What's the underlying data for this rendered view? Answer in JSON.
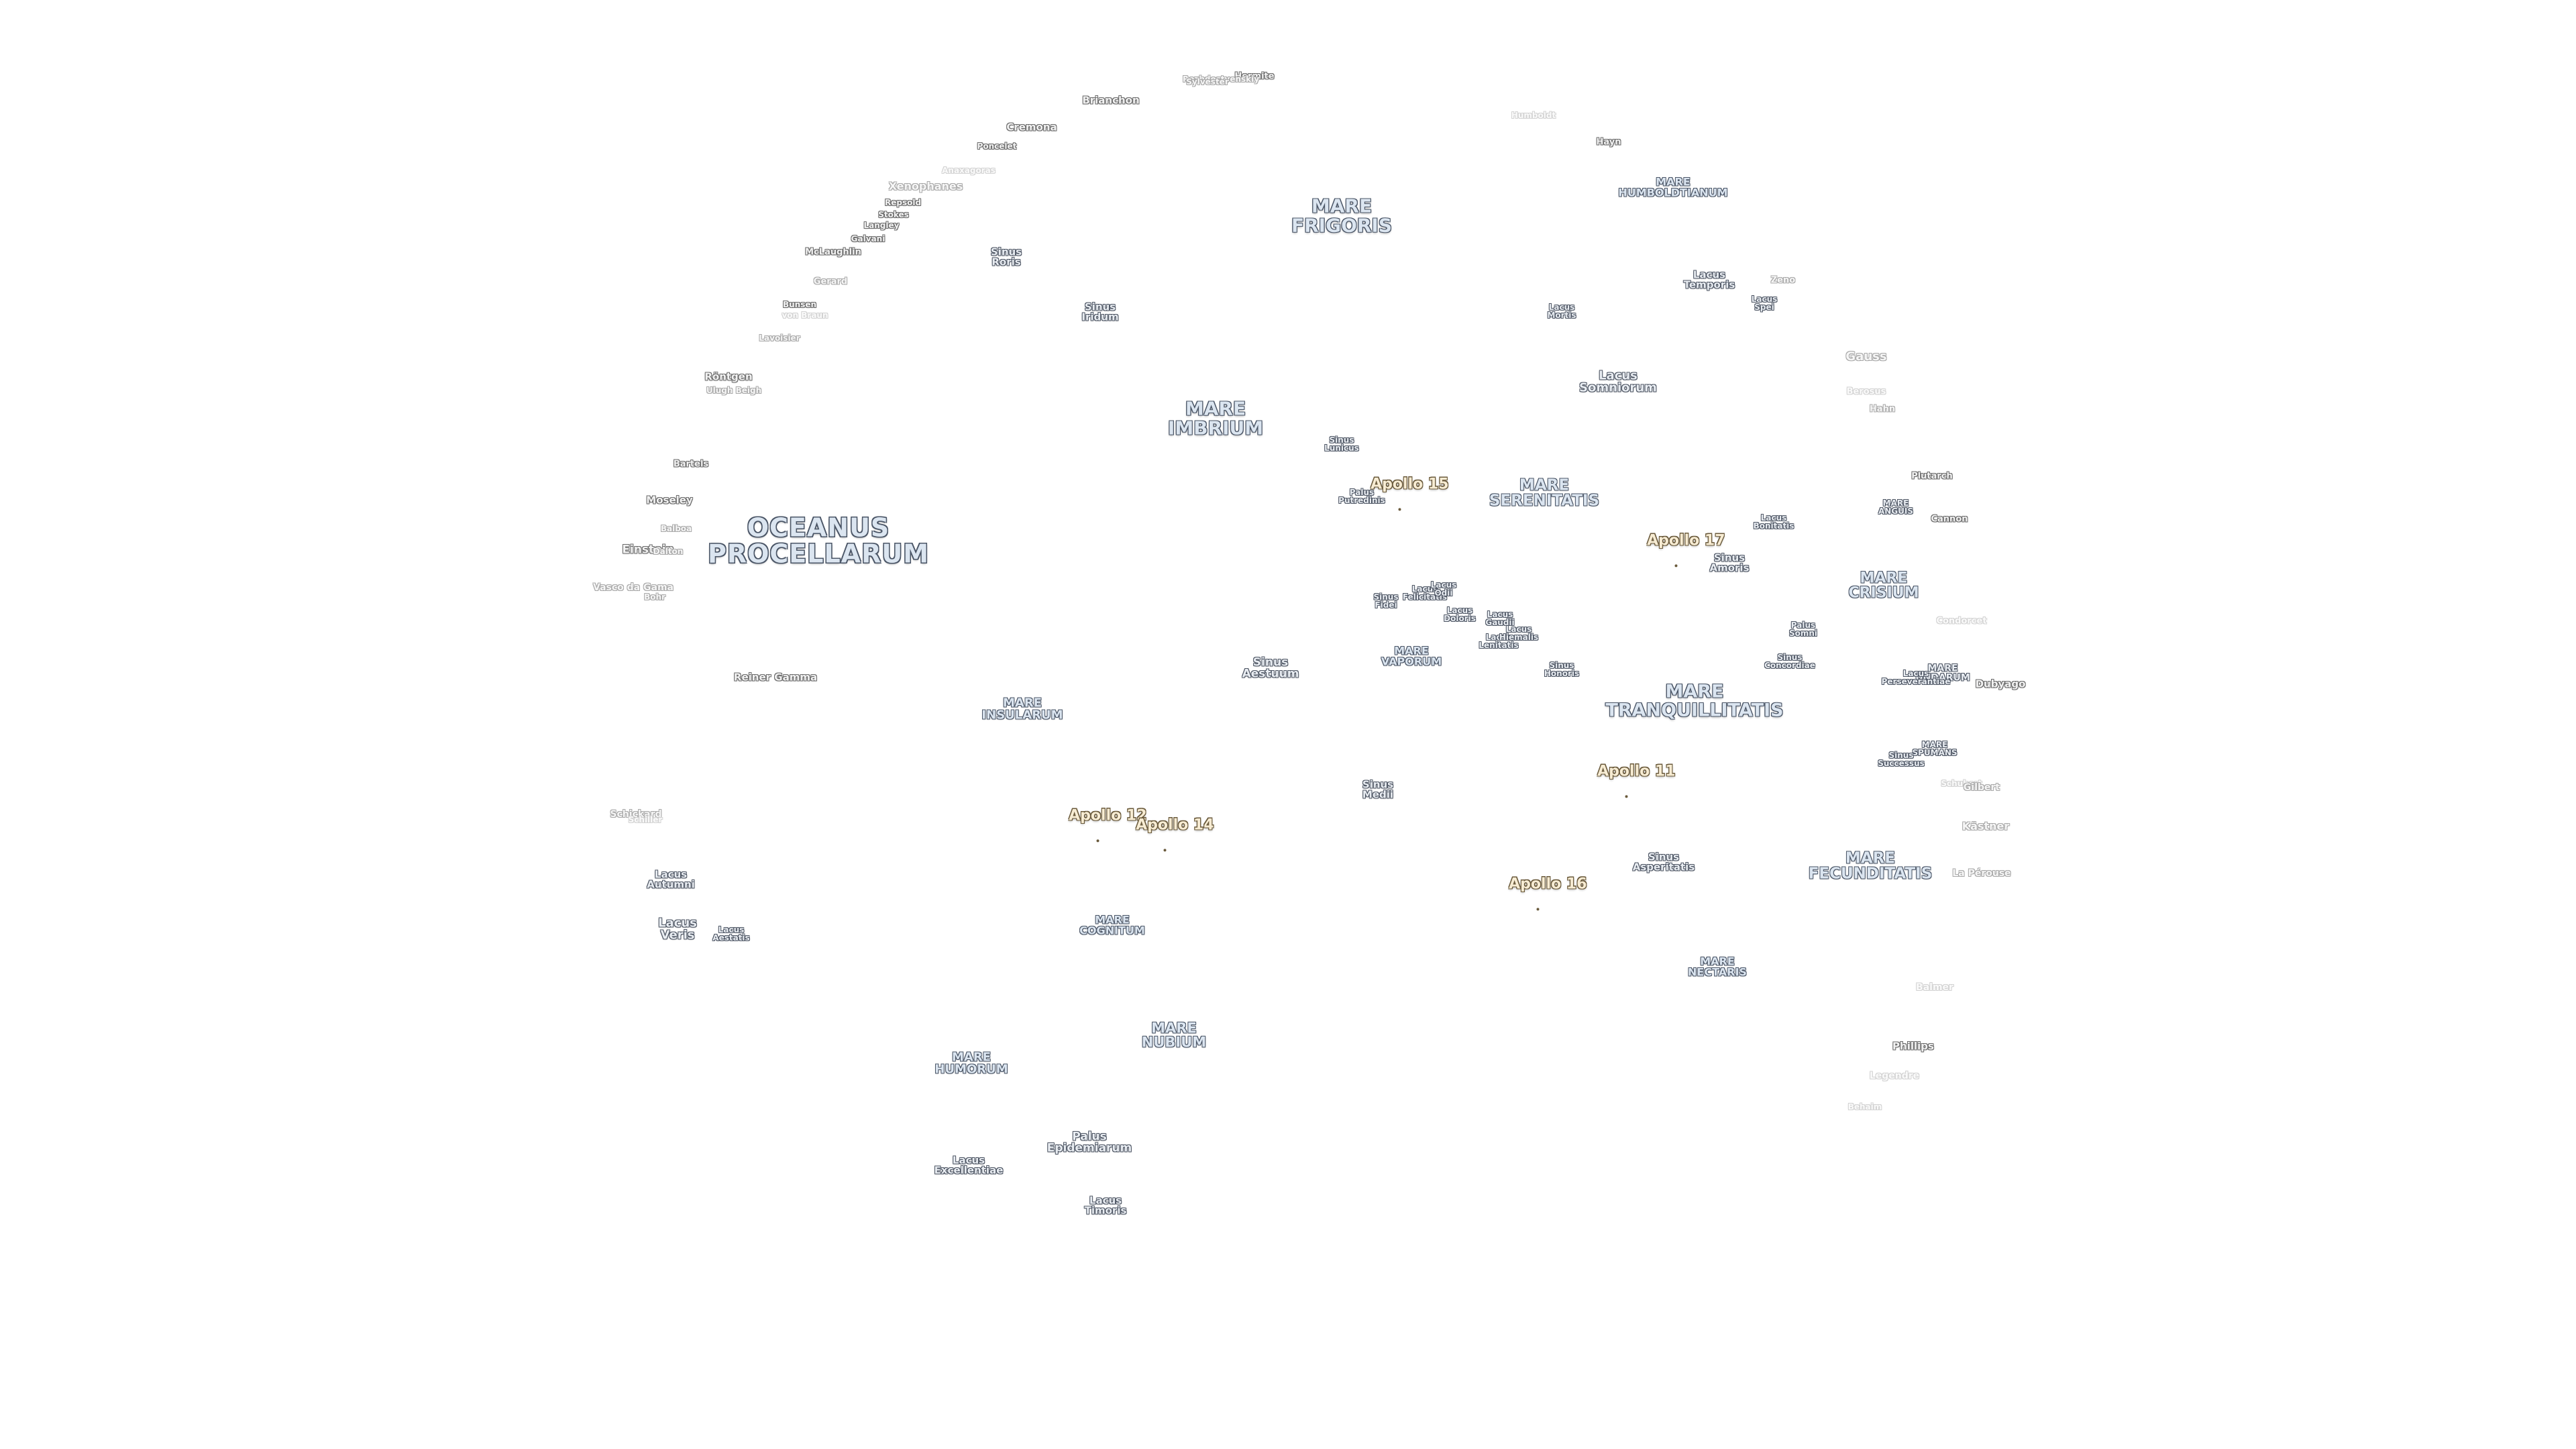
{
  "colors": {
    "background": "#ffffff",
    "mare_fill": "#dbe5f0",
    "mare_outline": "#4a5566",
    "apollo_fill": "#f7ecd3",
    "apollo_outline": "#6a5a3c",
    "crater_outline": "#6a6a6a"
  },
  "maria": {
    "oceanus_procellarum": "OCEANUS\nPROCELLARUM",
    "mare_frigoris": "MARE\nFRIGORIS",
    "mare_imbrium": "MARE\nIMBRIUM",
    "mare_serenitatis": "MARE\nSERENITATIS",
    "mare_tranquillitatis": "MARE\nTRANQUILLITATIS",
    "mare_fecunditatis": "MARE\nFECUNDITATIS",
    "mare_crisium": "MARE\nCRISIUM",
    "mare_insularum": "MARE\nINSULARUM",
    "mare_nubium": "MARE\nNUBIUM",
    "mare_humorum": "MARE\nHUMORUM",
    "mare_cognitum": "MARE\nCOGNITUM",
    "mare_vaporum": "MARE\nVAPORUM",
    "mare_nectaris": "MARE\nNECTARIS",
    "mare_humboldtianum": "MARE\nHUMBOLDTIANUM",
    "mare_anguis": "MARE\nANGUIS",
    "mare_undarum": "MARE\nUNDARUM",
    "mare_spumans": "MARE\nSPUMANS"
  },
  "features": {
    "sinus_roris": "Sinus\nRoris",
    "sinus_iridum": "Sinus\nIridum",
    "sinus_aestuum": "Sinus\nAestuum",
    "sinus_medii": "Sinus\nMedii",
    "sinus_asperitatis": "Sinus\nAsperitatis",
    "sinus_amoris": "Sinus\nAmoris",
    "sinus_concordiae": "Sinus\nConcordiae",
    "sinus_successus": "Sinus\nSuccessus",
    "sinus_lunicus": "Sinus\nLunicus",
    "sinus_fidei": "Sinus\nFidei",
    "sinus_honoris": "Sinus\nHonoris",
    "lacus_somniorum": "Lacus\nSomniorum",
    "lacus_temporis": "Lacus\nTemporis",
    "lacus_mortis": "Lacus\nMortis",
    "lacus_spei": "Lacus\nSpei",
    "lacus_bonitatis": "Lacus\nBonitatis",
    "lacus_felicitatis": "Lacus\nFelicitatis",
    "lacus_doloris": "Lacus\nDoloris",
    "lacus_gaudii": "Lacus\nGaudii",
    "lacus_lenitatis": "Lacus\nLenitatis",
    "lacus_hiemalis": "Lacus\nHiemalis",
    "lacus_odii": "Lacus\nOdii",
    "lacus_perseverantiae": "Lacus\nPerseverantiae",
    "lacus_autumni": "Lacus\nAutumni",
    "lacus_veris": "Lacus\nVeris",
    "lacus_aestatis": "Lacus\nAestatis",
    "lacus_excellentiae": "Lacus\nExcellentiae",
    "lacus_timoris": "Lacus\nTimoris",
    "palus_putredinis": "Palus\nPutredinis",
    "palus_somni": "Palus\nSomni",
    "palus_epidemiarum": "Palus\nEpidemiarum"
  },
  "craters": {
    "hermite": "Hermite",
    "rozhdestvenskiy": "Rozhdestvenskiy",
    "sylvester": "Sylvester",
    "brianchon": "Brianchon",
    "cremona": "Cremona",
    "poncelet": "Poncelet",
    "anaxagoras": "Anaxagoras",
    "xenophanes": "Xenophanes",
    "repsold": "Repsold",
    "stokes": "Stokes",
    "langley": "Langley",
    "galvani": "Galvani",
    "mclaughlin": "McLaughlin",
    "gerard": "Gerard",
    "bunsen": "Bunsen",
    "von_braun": "von Braun",
    "lavoisier": "Lavoisier",
    "rontgen": "Röntgen",
    "ulugh_beigh": "Ulugh Beigh",
    "bartels": "Bartels",
    "moseley": "Moseley",
    "balboa": "Balboa",
    "einstein": "Einstein",
    "dalton": "Dalton",
    "vasco_da_gama": "Vasco da Gama",
    "bohr": "Bohr",
    "reiner_gamma": "Reiner Gamma",
    "schickard": "Schickard",
    "schiller": "Schiller",
    "hayn": "Hayn",
    "zeno": "Zeno",
    "gauss": "Gauss",
    "berosus": "Berosus",
    "hahn": "Hahn",
    "plutarch": "Plutarch",
    "cannon": "Cannon",
    "condorcet": "Condorcet",
    "dubyago": "Dubyago",
    "schubert": "Schubert",
    "gilbert": "Gilbert",
    "kastner": "Kästner",
    "la_perouse": "La Pérouse",
    "balmer": "Balmer",
    "phillips": "Phillips",
    "legendre": "Legendre",
    "behaim": "Behaim",
    "humboldt": "Humboldt"
  },
  "apollo": {
    "a11": "Apollo 11",
    "a12": "Apollo 12",
    "a14": "Apollo 14",
    "a15": "Apollo 15",
    "a16": "Apollo 16",
    "a17": "Apollo 17"
  }
}
